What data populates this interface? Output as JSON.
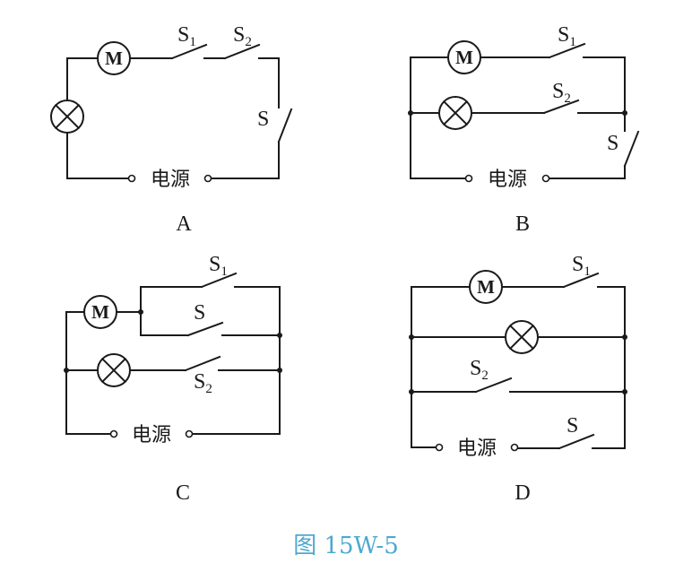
{
  "figure": {
    "caption": "图 15W-5",
    "caption_color": "#4fa8d0",
    "wire_color": "#1a1a1a"
  },
  "circuits": {
    "A": {
      "option_label": "A",
      "power_label": "电源",
      "motor_label": "M",
      "switches": [
        {
          "name": "S",
          "sub": "1",
          "state": "open"
        },
        {
          "name": "S",
          "sub": "2",
          "state": "open"
        },
        {
          "name": "S",
          "sub": "",
          "state": "open"
        }
      ],
      "topology": "lamp, motor, S1, S2, S all in series"
    },
    "B": {
      "option_label": "B",
      "power_label": "电源",
      "motor_label": "M",
      "switches": [
        {
          "name": "S",
          "sub": "1",
          "state": "open"
        },
        {
          "name": "S",
          "sub": "2",
          "state": "open"
        },
        {
          "name": "S",
          "sub": "",
          "state": "open"
        }
      ],
      "topology": "motor+S1 parallel with lamp+S2, main switch S in series"
    },
    "C": {
      "option_label": "C",
      "power_label": "电源",
      "motor_label": "M",
      "switches": [
        {
          "name": "S",
          "sub": "1",
          "state": "open"
        },
        {
          "name": "S",
          "sub": "",
          "state": "open"
        },
        {
          "name": "S",
          "sub": "2",
          "state": "open"
        }
      ],
      "topology": "motor in series with (S1 parallel S) branch, parallel with lamp+S2"
    },
    "D": {
      "option_label": "D",
      "power_label": "电源",
      "motor_label": "M",
      "switches": [
        {
          "name": "S",
          "sub": "1",
          "state": "open"
        },
        {
          "name": "S",
          "sub": "2",
          "state": "open"
        },
        {
          "name": "S",
          "sub": "",
          "state": "open"
        }
      ],
      "topology": "motor+S1, lamp, and S2 in parallel; S in series with power"
    }
  }
}
